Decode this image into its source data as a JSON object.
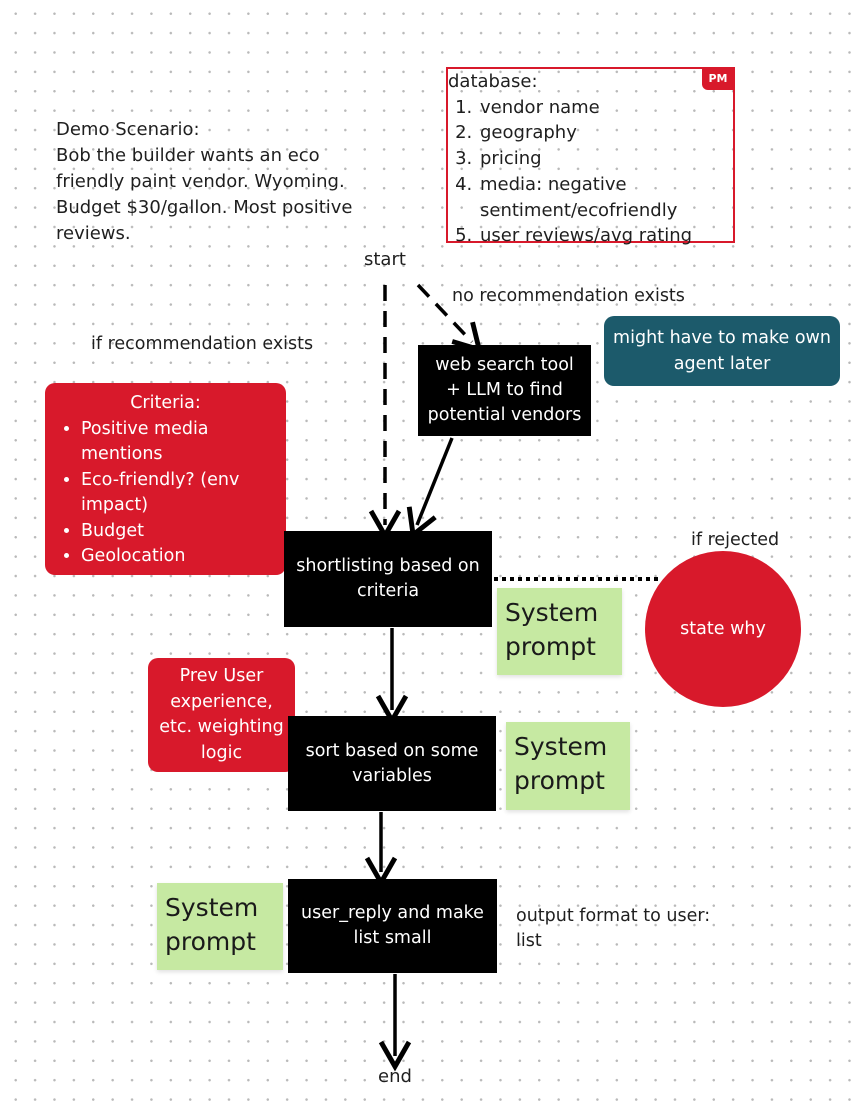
{
  "demo": {
    "title": "Demo Scenario:",
    "body": "Bob the builder wants an eco friendly paint vendor. Wyoming. Budget $30/gallon. Most positive reviews."
  },
  "database": {
    "title": "database:",
    "items": [
      "vendor name",
      "geography",
      "pricing",
      "media: negative sentiment/ecofriendly",
      "user reviews/avg rating"
    ],
    "badge": "PM"
  },
  "labels": {
    "start": "start",
    "no_rec": "no recommendation exists",
    "if_rec": "if recommendation exists",
    "if_rejected": "if rejected",
    "output": "output format to user: list",
    "end": "end"
  },
  "nodes": {
    "web_search": "web search tool + LLM to find potential vendors",
    "own_agent": "might have to make own agent later",
    "shortlisting": "shortlisting based on criteria",
    "state_why": "state why",
    "prev_user": "Prev User experience, etc. weighting logic",
    "sort": "sort based on some variables",
    "user_reply": "user_reply and make list small"
  },
  "criteria": {
    "title": "Criteria:",
    "items": [
      "Positive media mentions",
      "Eco-friendly? (env impact)",
      "Budget",
      "Geolocation"
    ]
  },
  "sticky_notes": [
    "System prompt",
    "System prompt",
    "System prompt"
  ],
  "colors": {
    "red": "#d8192b",
    "teal": "#1c5a6b",
    "sticky_green": "#c6e9a2",
    "black": "#000000"
  }
}
